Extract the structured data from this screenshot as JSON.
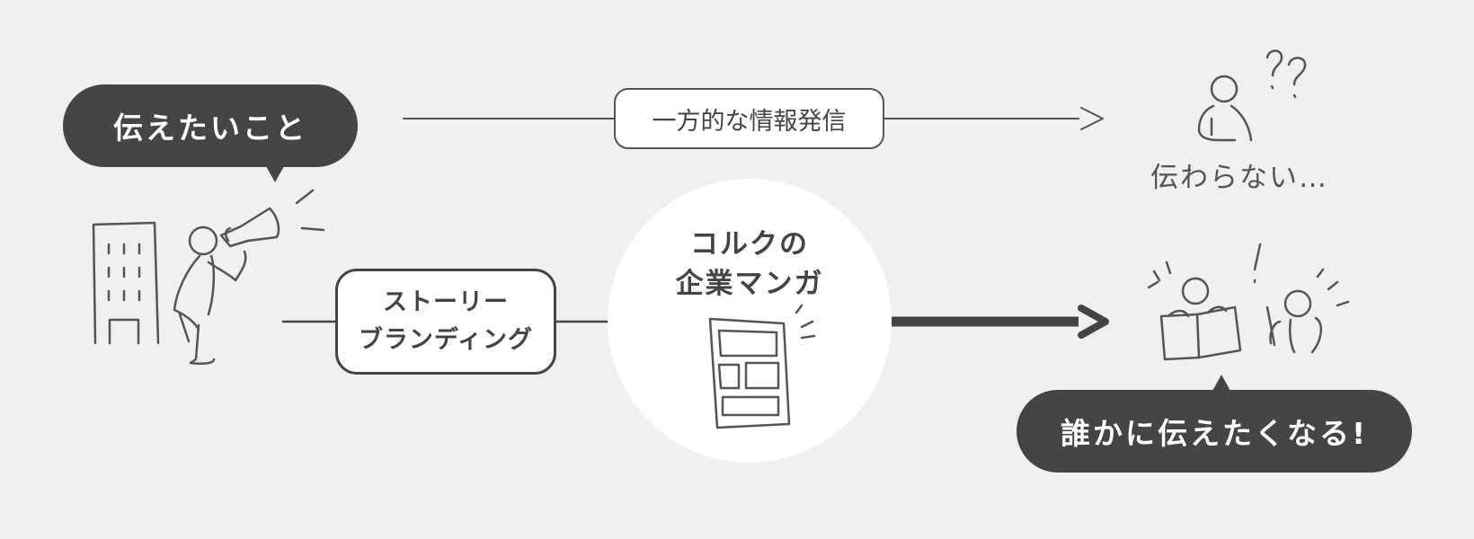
{
  "speech_left": "伝えたいこと",
  "one_way_label": "一方的な情報発信",
  "not_reaching": "伝わらない…",
  "story_box": {
    "line1": "ストーリー",
    "line2": "ブランディング"
  },
  "center": {
    "line1": "コルクの",
    "line2": "企業マンガ"
  },
  "speech_right": "誰かに伝えたくなる!",
  "colors": {
    "background": "#f0f0f0",
    "dark": "#454545",
    "stroke": "#555555",
    "white": "#ffffff"
  }
}
